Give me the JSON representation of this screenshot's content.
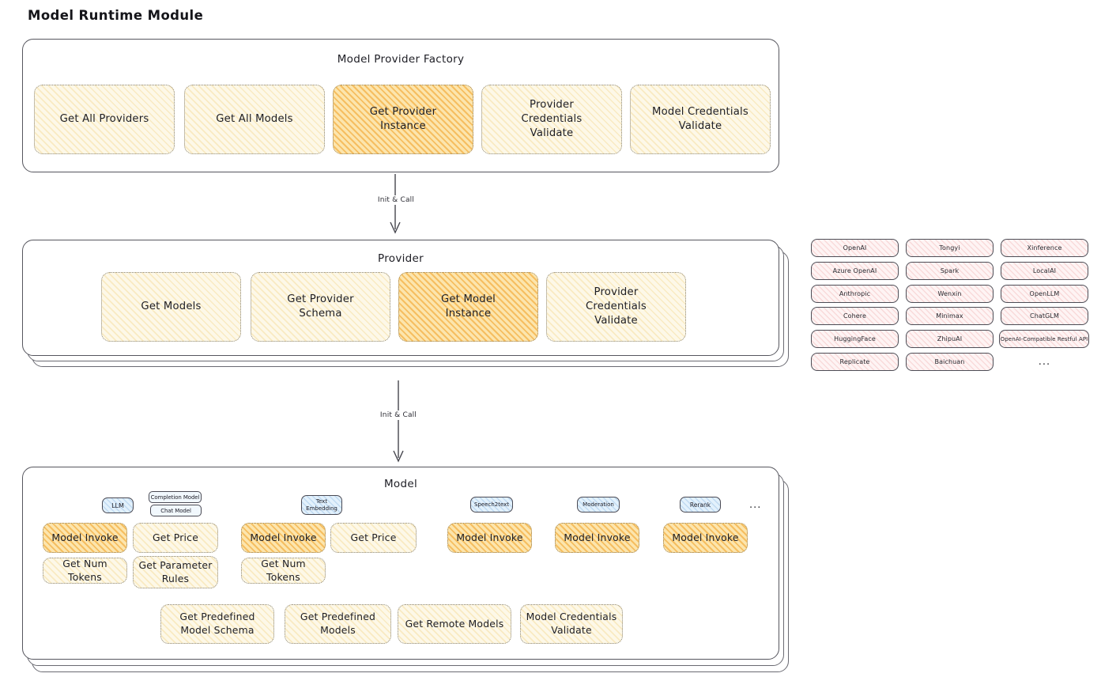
{
  "title": "Model Runtime Module",
  "arrows": {
    "label_1": "Init & Call",
    "label_2": "Init & Call"
  },
  "factory": {
    "title": "Model Provider Factory",
    "buttons": [
      {
        "label": "Get All Providers",
        "highlight": false
      },
      {
        "label": "Get All Models",
        "highlight": false
      },
      {
        "label": "Get Provider Instance",
        "highlight": true
      },
      {
        "label": "Provider Credentials Validate",
        "highlight": false
      },
      {
        "label": "Model Credentials Validate",
        "highlight": false
      }
    ]
  },
  "provider": {
    "title": "Provider",
    "buttons": [
      {
        "label": "Get Models",
        "highlight": false
      },
      {
        "label": "Get Provider Schema",
        "highlight": false
      },
      {
        "label": "Get Model Instance",
        "highlight": true
      },
      {
        "label": "Provider Credentials Validate",
        "highlight": false
      }
    ]
  },
  "provider_list": {
    "items": [
      "OpenAI",
      "Tongyi",
      "Xinference",
      "Azure OpenAI",
      "Spark",
      "LocalAI",
      "Anthropic",
      "Wenxin",
      "OpenLLM",
      "Cohere",
      "Minimax",
      "ChatGLM",
      "HuggingFace",
      "ZhipuAI",
      "OpenAI-Compatible Restful API",
      "Replicate",
      "Baichuan"
    ],
    "ellipsis": "..."
  },
  "model": {
    "title": "Model",
    "types": {
      "llm": "LLM",
      "completion_model": "Completion Model",
      "chat_model": "Chat Model",
      "text_embedding": "Text Embedding",
      "speech2text": "Speech2text",
      "moderation": "Moderation",
      "rerank": "Rerank",
      "ellipsis": "..."
    },
    "buttons": {
      "model_invoke": "Model Invoke",
      "get_price": "Get Price",
      "get_num_tokens": "Get Num Tokens",
      "get_parameter_rules": "Get Parameter Rules",
      "get_predefined_model_schema": "Get Predefined Model Schema",
      "get_predefined_models": "Get Predefined Models",
      "get_remote_models": "Get Remote Models",
      "model_credentials_validate": "Model Credentials Validate"
    }
  },
  "colors": {
    "highlight_fill": "#fbd98f",
    "soft_fill": "#fdf8e8",
    "blue_fill": "#ddeefb",
    "pink_fill": "#fdeeee",
    "ink": "#21212a",
    "line": "#4a4a52"
  }
}
